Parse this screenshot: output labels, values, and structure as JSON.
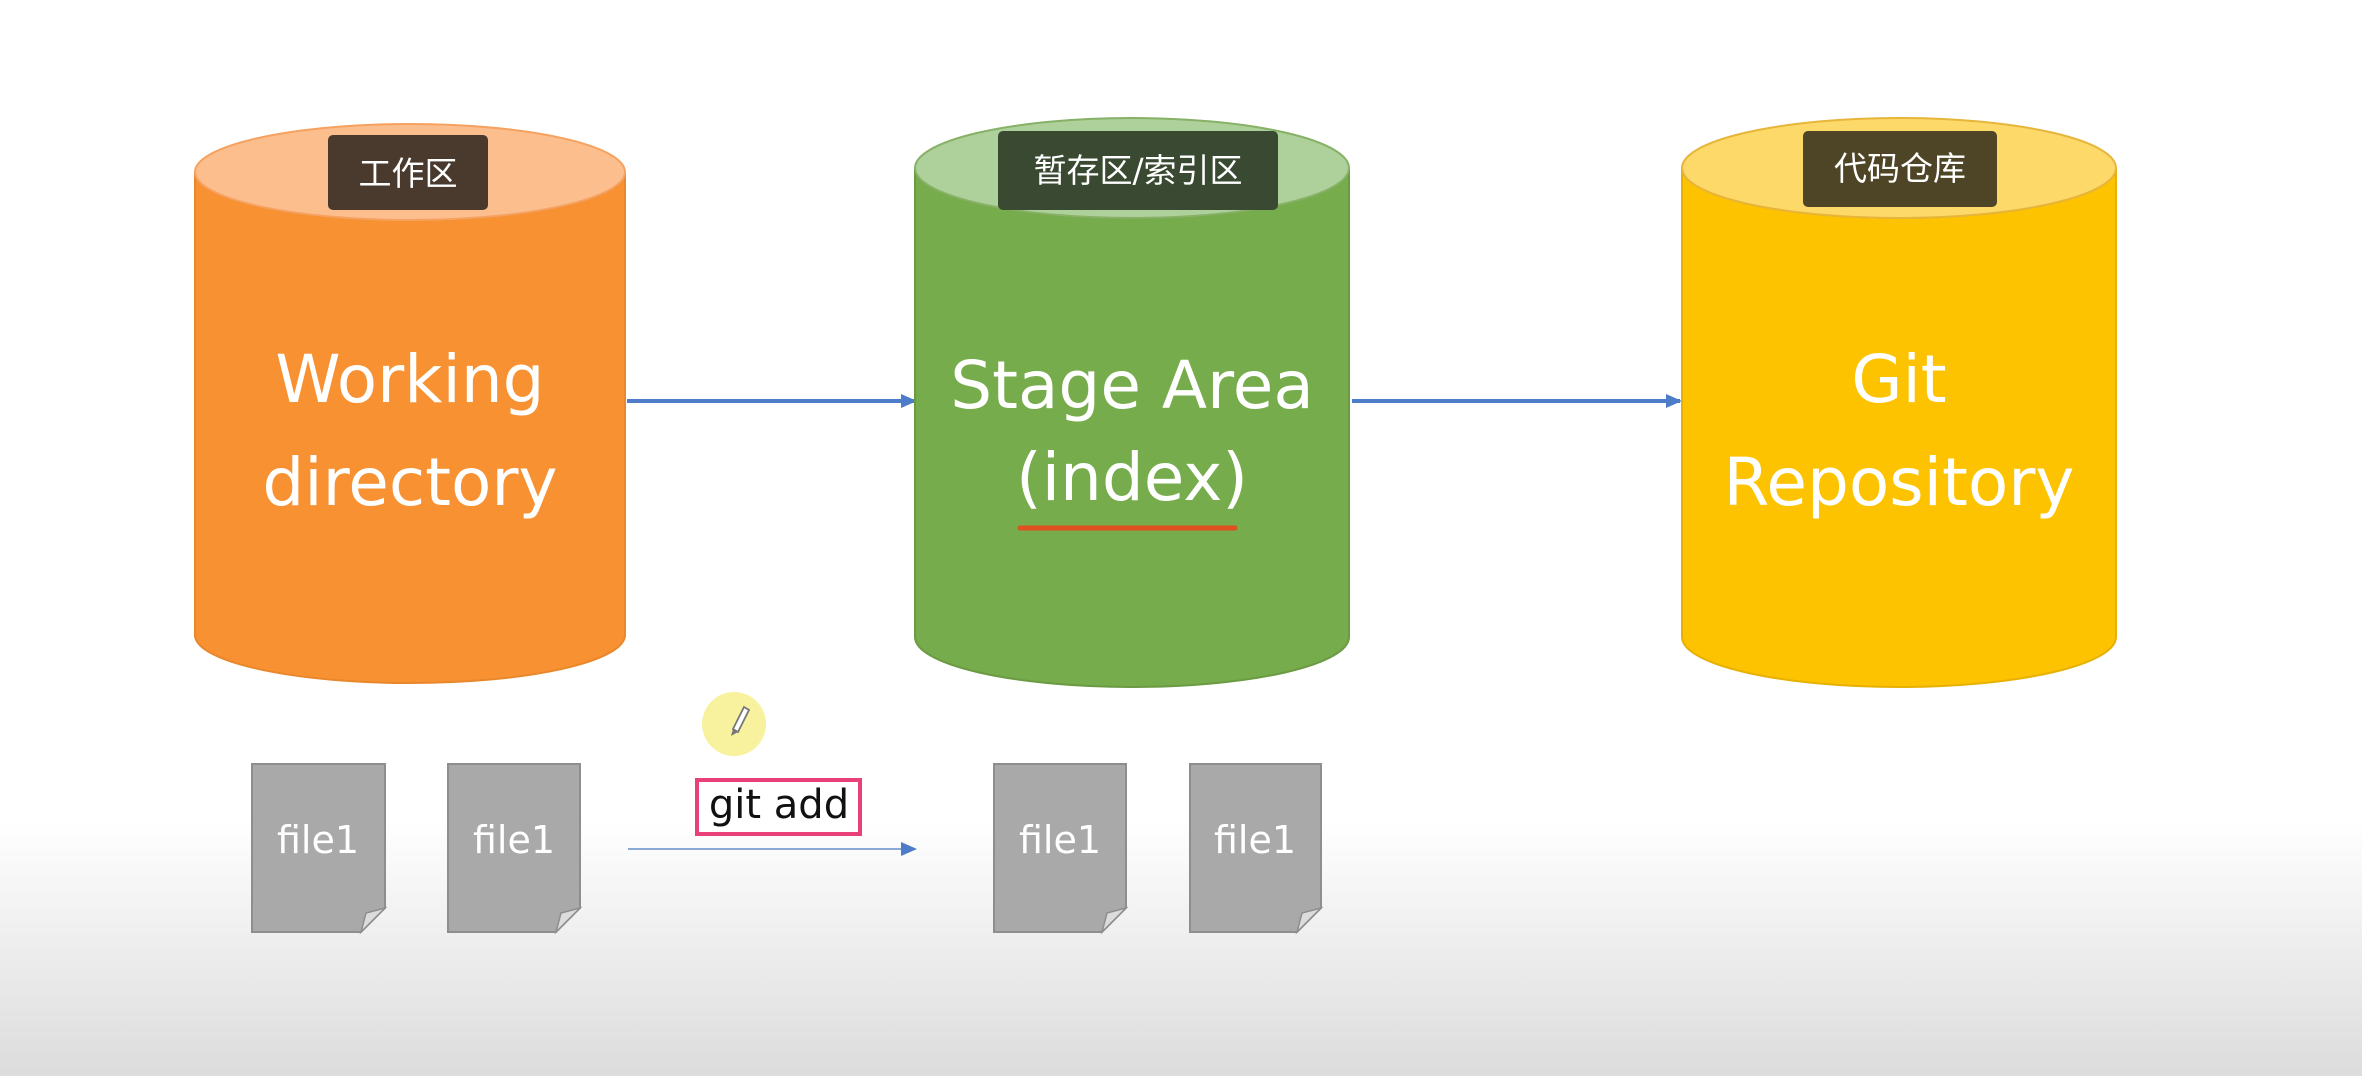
{
  "stores": {
    "working": {
      "tag": "工作区",
      "line1": "Working",
      "line2": "directory",
      "color": "#f79132",
      "top_color": "#fcbe8c"
    },
    "stage": {
      "tag": "暂存区/索引区",
      "line1": "Stage Area",
      "line2": "(index)",
      "color": "#77ac4c",
      "top_color": "#aed09a"
    },
    "repo": {
      "tag": "代码仓库",
      "line1": "Git",
      "line2": "Repository",
      "color": "#fec300",
      "top_color": "#fdd96a"
    }
  },
  "files": {
    "f1": "file1",
    "f2": "file1",
    "f3": "file1",
    "f4": "file1"
  },
  "command": {
    "label": "git add",
    "highlight_color": "#e9407a"
  },
  "colors": {
    "arrow": "#4d7cc8",
    "underline": "#e0501e",
    "tag_bg": "#4a3a2e",
    "file_fill": "#a9a9a9",
    "cursor": "#f7ef8c"
  }
}
